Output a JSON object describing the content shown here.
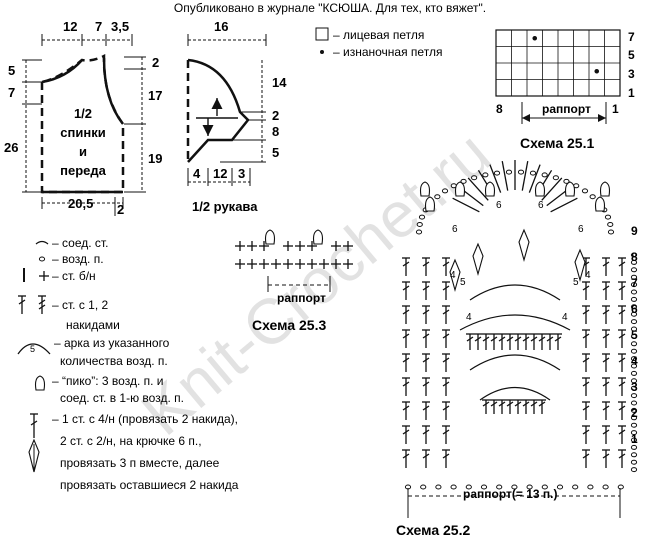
{
  "header": {
    "published": "Опубликовано в журнале \"КСЮША. Для тех, кто вяжет\"."
  },
  "watermark": "Knit-Crochet.ru",
  "pattern_back": {
    "label_lines": [
      "1/2",
      "спинки",
      "и",
      "переда"
    ],
    "dims": {
      "top_a": "12",
      "top_b": "7",
      "top_c": "3,5",
      "l_a": "5",
      "l_b": "7",
      "l_total": "26",
      "r_a": "2",
      "r_b": "17",
      "r_c": "19",
      "bottom": "20,5",
      "bottom_small": "2"
    }
  },
  "pattern_sleeve": {
    "caption": "1/2 рукава",
    "dims": {
      "top": "16",
      "r_a": "14",
      "r_b": "2",
      "r_c": "8",
      "r_d": "5",
      "bottom_a": "4",
      "bottom_b": "12",
      "bottom_c": "3"
    }
  },
  "legend_knit": {
    "items": [
      "– лицевая петля",
      "– изнаночная петля"
    ]
  },
  "scheme_251": {
    "title": "Схема 25.1",
    "rapport": "раппорт",
    "left_num": "8",
    "right_num": "1",
    "row_nums": [
      "7",
      "5",
      "3",
      "1"
    ]
  },
  "scheme_253": {
    "title": "Схема 25.3",
    "rapport": "раппорт"
  },
  "scheme_252": {
    "title": "Схема 25.2",
    "rapport": "раппорт(= 13 п.)",
    "row_nums": [
      "9",
      "8",
      "7",
      "6",
      "5",
      "4",
      "3",
      "2",
      "1"
    ],
    "arc_nums": [
      "6",
      "6",
      "6",
      "6",
      "5",
      "5",
      "4",
      "4",
      "4",
      "4"
    ]
  },
  "symbols": {
    "ss": "– соед. ст.",
    "ch": "– возд. п.",
    "sc": "– ст. б/н",
    "dc_1": "– ст. с 1, 2",
    "dc_2": "накидами",
    "arc_num": "5",
    "arc_1": "– арка из указанного",
    "arc_2": "количества возд. п.",
    "picot_1": "– “пико”: 3 возд. п. и",
    "picot_2": "соед. ст. в 1-ю возд. п.",
    "cl_1": "– 1 ст. с 4/н (провязать 2 накида),",
    "cl_2": "2 ст. с 2/н, на крючке 6 п.,",
    "cl_3": "провязать 3 п вместе, далее",
    "cl_4": "провязать оставшиеся 2 накида"
  }
}
